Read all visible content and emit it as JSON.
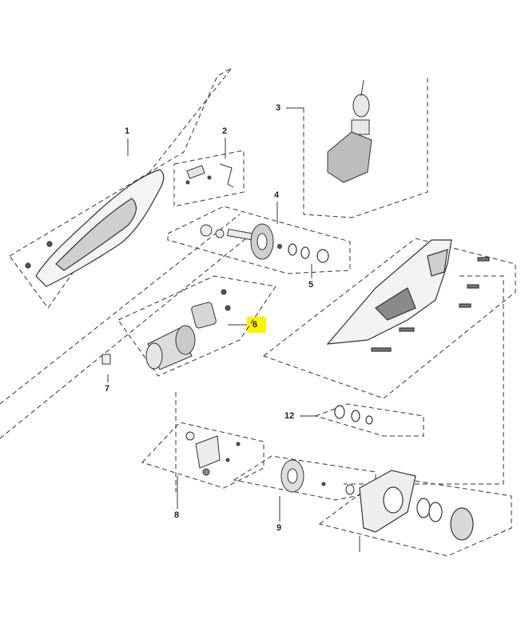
{
  "highlight_color": "#fff200",
  "labels": {
    "l1": "1",
    "l2": "2",
    "l3": "3",
    "l4": "4",
    "l5": "5",
    "l6": "6",
    "l7": "7",
    "l8": "8",
    "l9": "9",
    "l12": "12"
  }
}
